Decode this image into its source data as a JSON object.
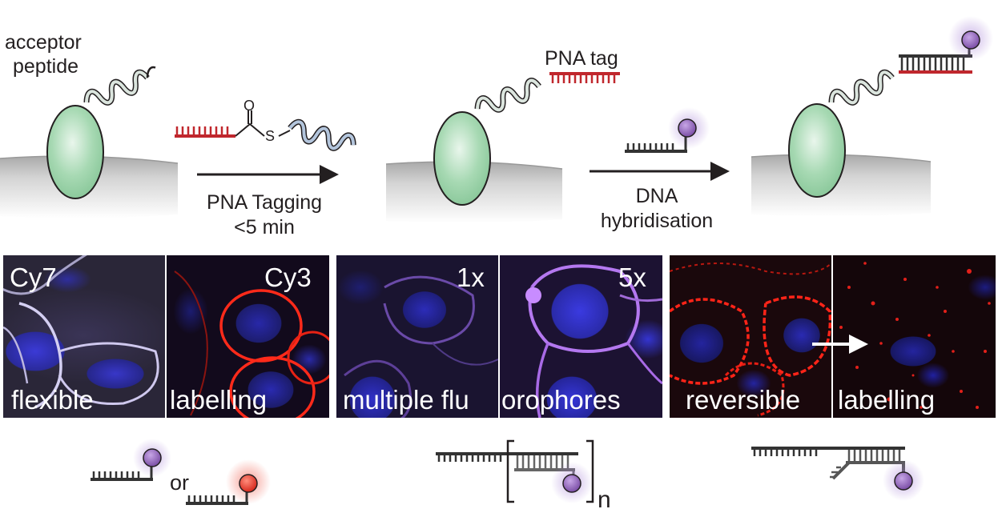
{
  "top_labels": {
    "acceptor_line1": "acceptor",
    "acceptor_line2": "peptide",
    "thioester_o": "O",
    "thioester_s": "S",
    "pna_tag": "PNA tag",
    "step1_line1": "PNA Tagging",
    "step1_line2": "<5 min",
    "step2_line1": "DNA",
    "step2_line2": "hybridisation"
  },
  "panels": {
    "p1_left_corner": "Cy7",
    "p1_right_corner": "Cy3",
    "p1_left_caption": "flexible",
    "p1_right_caption": "labelling",
    "p2_left_corner": "1x",
    "p2_right_corner": "5x",
    "p2_left_caption": "multiple flu",
    "p2_right_caption": "orophores",
    "p3_left_caption": "reversible",
    "p3_right_caption": "labelling"
  },
  "bottom_labels": {
    "or": "or",
    "subscript_n": "n"
  },
  "colors": {
    "protein_green": "#9fd6ad",
    "pna_red": "#c0272d",
    "dna_dark": "#333333",
    "fluor_purple": "#8a5cb0",
    "fluor_red": "#e63a2e",
    "membrane_grey": "#bdbdbd",
    "helix_fill": "#dbe5de",
    "reagent_helix": "#b3c5dc"
  }
}
